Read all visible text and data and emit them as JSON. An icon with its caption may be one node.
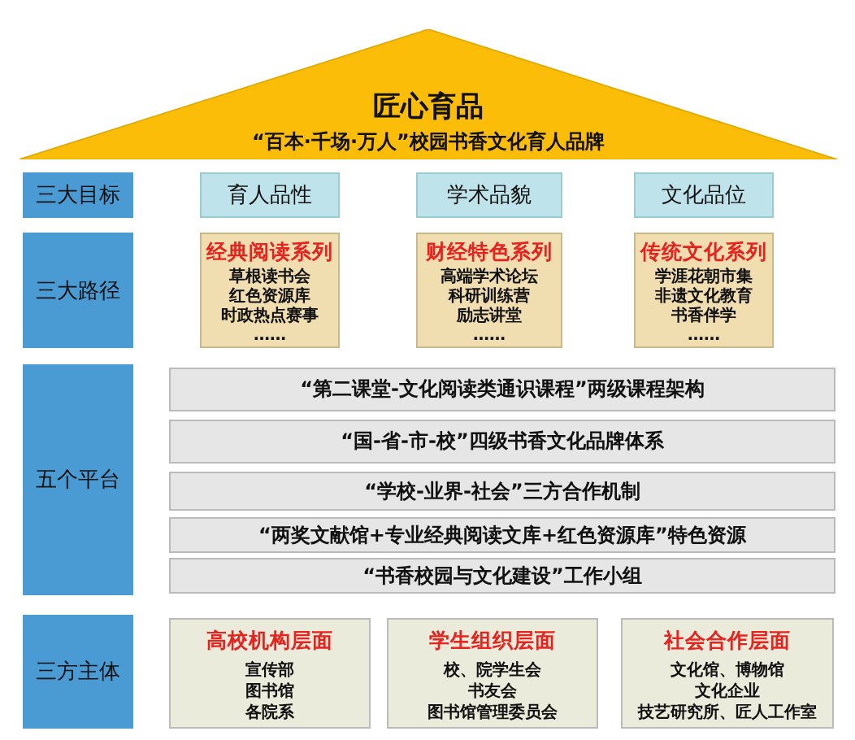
{
  "diagram": {
    "nodes": [
      {
        "text": [
          "匠心育品",
          "“百本·千场·万人”校园书香文化育人品牌"
        ]
      },
      {
        "text": [
          "三大目标"
        ]
      },
      {
        "text": [
          "育人品性"
        ]
      },
      {
        "text": [
          "学术品貌"
        ]
      },
      {
        "text": [
          "文化品位"
        ]
      },
      {
        "text": [
          "三大路径"
        ]
      },
      {
        "text": [
          "经典阅读系列",
          "草根读书会",
          "红色资源库",
          "时政热点赛事",
          "……"
        ]
      },
      {
        "text": [
          "财经特色系列",
          "高端学术论坛",
          "科研训练营",
          "励志讲堂",
          "……"
        ]
      },
      {
        "text": [
          "传统文化系列",
          "学涯花朝市集",
          "非遗文化教育",
          "书香伴学",
          "……"
        ]
      },
      {
        "text": [
          "五个平台"
        ]
      },
      {
        "text": [
          "“第二课堂-文化阅读类通识课程”两级课程架构"
        ]
      },
      {
        "text": [
          "“国-省-市-校”四级书香文化品牌体系"
        ]
      },
      {
        "text": [
          "“学校-业界-社会”三方合作机制"
        ]
      },
      {
        "text": [
          "“两奖文献馆+专业经典阅读文库+红色资源库”特色资源"
        ]
      },
      {
        "text": [
          "“书香校园与文化建设”工作小组"
        ]
      },
      {
        "text": [
          "三方主体"
        ]
      },
      {
        "text": [
          "高校机构层面",
          "宣传部",
          "图书馆",
          "各院系"
        ]
      },
      {
        "text": [
          "学生组织层面",
          "校、院学生会",
          "书友会",
          "图书馆管理委员会"
        ]
      },
      {
        "text": [
          "社会合作层面",
          "文化馆、博物馆",
          "文化企业",
          "技艺研究所、匠人工作室"
        ]
      }
    ]
  }
}
